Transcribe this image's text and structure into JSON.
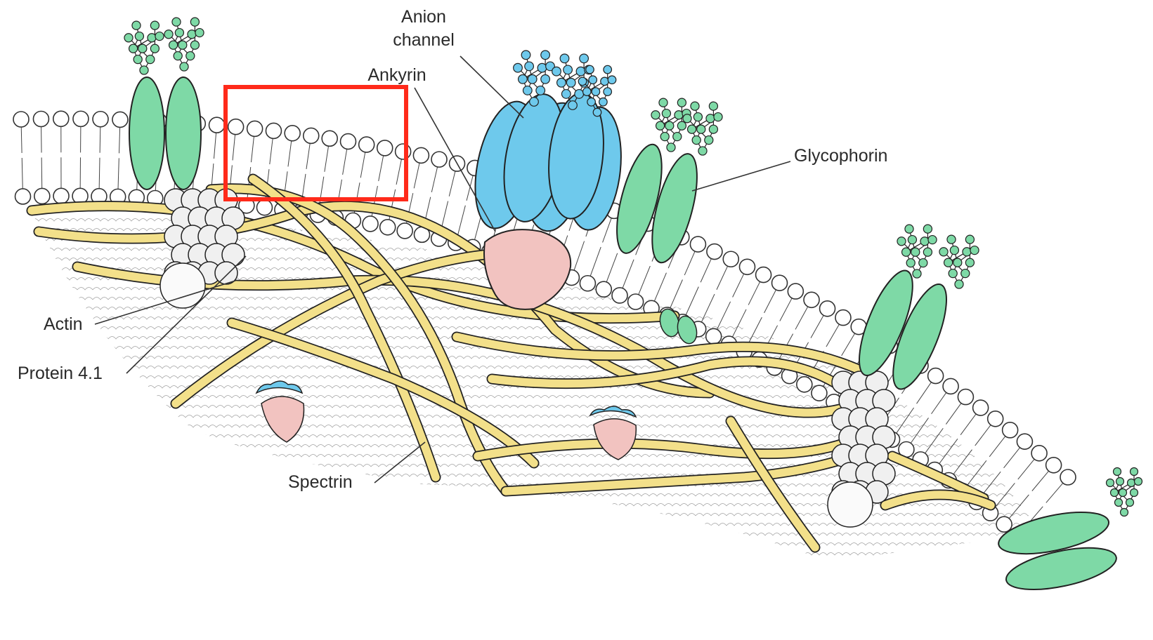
{
  "labels": {
    "anion_channel_line1": "Anion",
    "anion_channel_line2": "channel",
    "ankyrin": "Ankyrin",
    "glycophorin": "Glycophorin",
    "actin": "Actin",
    "protein_4_1": "Protein 4.1",
    "spectrin": "Spectrin"
  },
  "colors": {
    "lipid_head_fill": "#ffffff",
    "lipid_outline": "#333333",
    "glycophorin": "#7ed9a6",
    "anion_channel": "#6ec9ec",
    "ankyrin": "#f2c3c0",
    "spectrin": "#f3e08a",
    "actin": "#f0f0f0",
    "highlight_box": "#ff2a1a"
  },
  "highlight_box": {
    "present": true
  }
}
